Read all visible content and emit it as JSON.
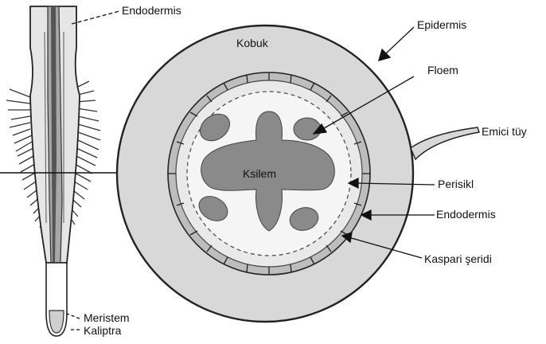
{
  "labels": {
    "endodermis_top": "Endodermis",
    "epidermis": "Epidermis",
    "kobuk": "Kobuk",
    "floem": "Floem",
    "emici_tuy": "Emici tüy",
    "ksilem": "Ksilem",
    "perisikl": "Perisikl",
    "endodermis_right": "Endodermis",
    "kaspari": "Kaspari şeridi",
    "meristem": "Meristem",
    "kaliptra": "Kaliptra"
  },
  "colors": {
    "outer_fill": "#d8d8d8",
    "inner_fill": "#f2f2f2",
    "tissue_fill": "#8a8a8a",
    "stroke": "#222222"
  }
}
